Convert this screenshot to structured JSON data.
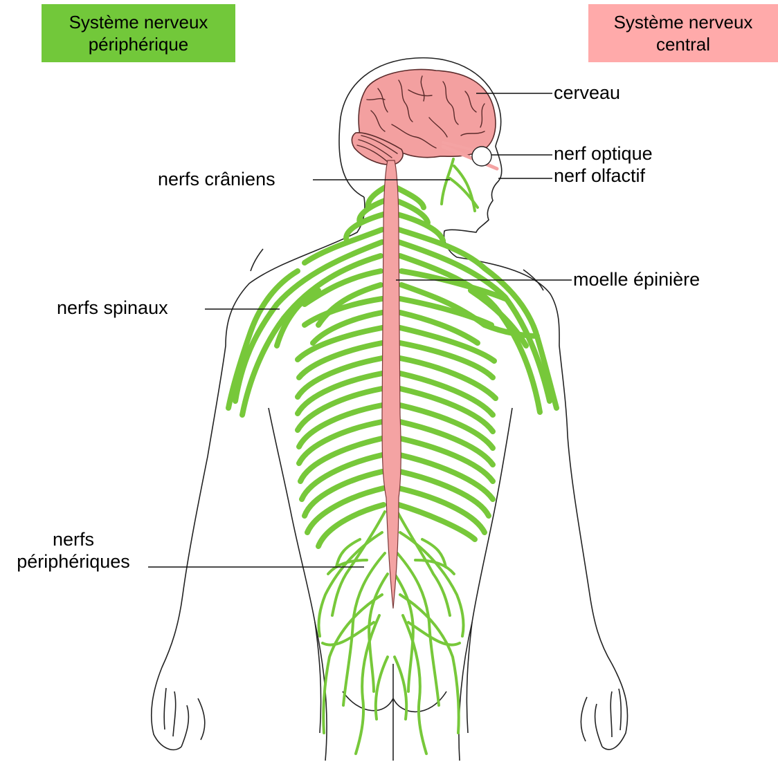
{
  "legend": {
    "peripheral": {
      "line1": "Système nerveux",
      "line2": "périphérique",
      "color": "#72c83a"
    },
    "central": {
      "line1": "Système nerveux",
      "line2": "central",
      "color": "#ffaaaa"
    }
  },
  "labels": {
    "cerveau": "cerveau",
    "nerf_optique": "nerf optique",
    "nerf_olfactif": "nerf olfactif",
    "nerfs_craniens": "nerfs crâniens",
    "moelle_epiniere": "moelle épinière",
    "nerfs_spinaux": "nerfs spinaux",
    "nerfs_peripheriques_line1": "nerfs",
    "nerfs_peripheriques_line2": "périphériques"
  },
  "colors": {
    "nerve_green": "#77c83a",
    "cns_pink": "#f4a3a3",
    "brain_pink": "#f3a0a0",
    "brain_fold": "#5a2a2a",
    "outline": "#222222"
  }
}
